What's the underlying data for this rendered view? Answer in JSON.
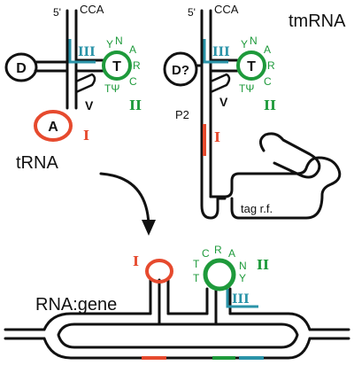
{
  "colors": {
    "red": "#e64a2e",
    "green": "#1e9a3b",
    "teal": "#2a93a8",
    "black": "#111111",
    "background": "#ffffff"
  },
  "trna": {
    "end_5": "5'",
    "cca": "CCA",
    "d_loop": "D",
    "t_loop": "T",
    "anticodon": "A",
    "variable": "V",
    "seq_y": "Y",
    "seq_n": "N",
    "seq_a": "A",
    "seq_r": "R",
    "seq_c": "C",
    "seq_tpsi": "TΨ",
    "mark_i": "I",
    "mark_ii": "II",
    "mark_iii": "III",
    "label": "tRNA"
  },
  "tmrna": {
    "end_5": "5'",
    "cca": "CCA",
    "label": "tmRNA",
    "d_loop": "D?",
    "t_loop": "T",
    "variable": "V",
    "seq_y": "Y",
    "seq_n": "N",
    "seq_a": "A",
    "seq_r": "R",
    "seq_c": "C",
    "seq_tpsi": "TΨ",
    "mark_i": "I",
    "mark_ii": "II",
    "mark_iii": "III",
    "p2": "P2",
    "tag": "tag r.f."
  },
  "gene": {
    "label": "RNA:gene",
    "mark_i": "I",
    "mark_ii": "II",
    "mark_iii": "III",
    "seq_t1": "T",
    "seq_t2": "T",
    "seq_c": "C",
    "seq_r": "R",
    "seq_a": "A",
    "seq_n": "N",
    "seq_y": "Y"
  }
}
